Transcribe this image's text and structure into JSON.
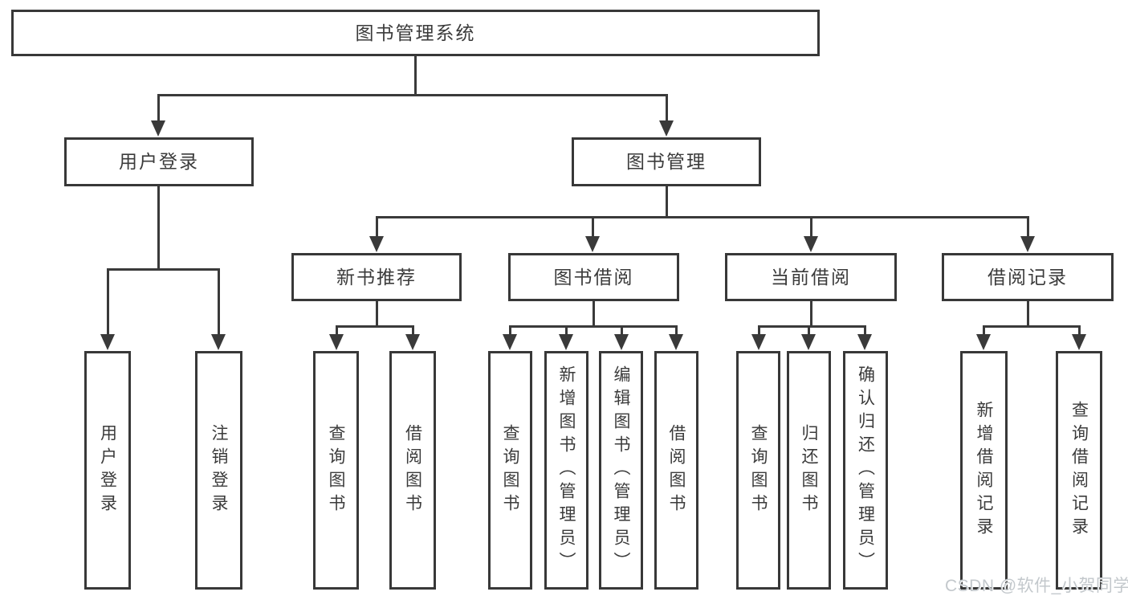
{
  "diagram": {
    "root": {
      "label": "图书管理系统"
    },
    "level2": [
      {
        "label": "用户登录"
      },
      {
        "label": "图书管理"
      }
    ],
    "level3": [
      {
        "label": "新书推荐"
      },
      {
        "label": "图书借阅"
      },
      {
        "label": "当前借阅"
      },
      {
        "label": "借阅记录"
      }
    ],
    "leaves": [
      {
        "label": "用户登录"
      },
      {
        "label": "注销登录"
      },
      {
        "label": "查询图书"
      },
      {
        "label": "借阅图书"
      },
      {
        "label": "查询图书"
      },
      {
        "label": "新增图书（管理员）"
      },
      {
        "label": "编辑图书（管理员）"
      },
      {
        "label": "借阅图书"
      },
      {
        "label": "查询图书"
      },
      {
        "label": "归还图书"
      },
      {
        "label": "确认归还（管理员）"
      },
      {
        "label": "新增借阅记录"
      },
      {
        "label": "查询借阅记录"
      }
    ],
    "watermark": "CSDN @软件_小贺同学",
    "colors": {
      "box_border": "#383838",
      "connector": "#3a3a3a",
      "text": "#3b3b3b",
      "watermark": "#c3c8cc",
      "background": "#ffffff"
    }
  }
}
